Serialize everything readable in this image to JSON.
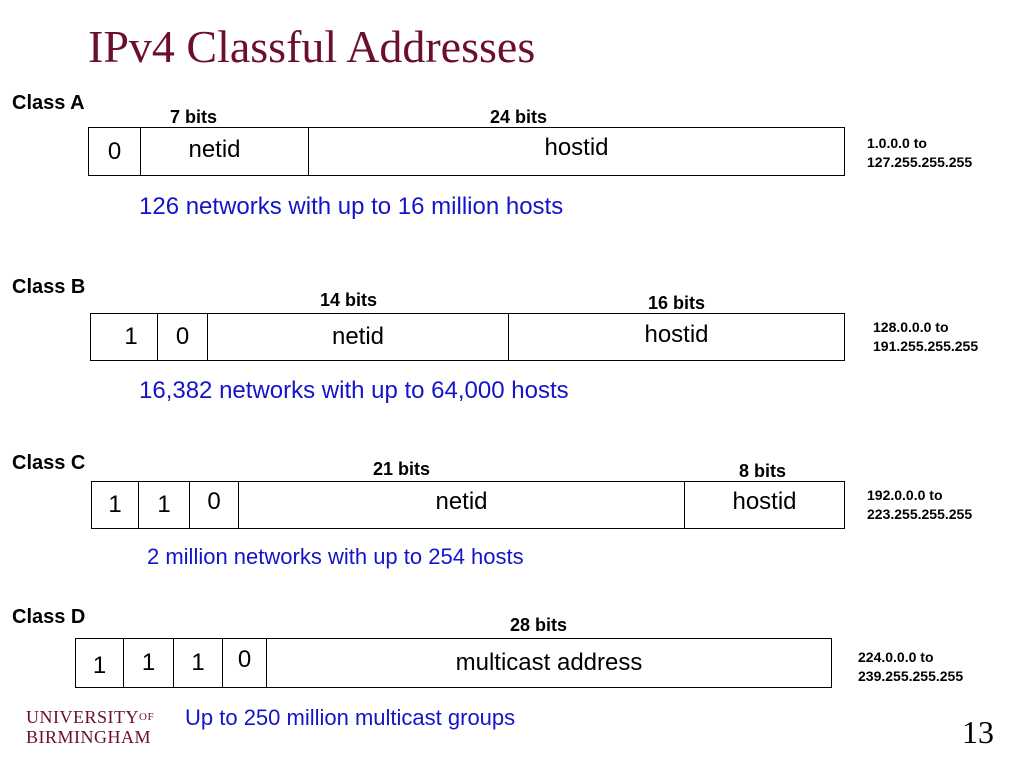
{
  "title": "IPv4 Classful Addresses",
  "classes": [
    {
      "label": "Class A",
      "bits": [
        "7 bits",
        "24 bits"
      ],
      "fields": [
        "0",
        "netid",
        "hostid"
      ],
      "range": [
        "1.0.0.0 to",
        "127.255.255.255"
      ],
      "summary": "126 networks with up to 16 million hosts"
    },
    {
      "label": "Class B",
      "bits": [
        "14 bits",
        "16 bits"
      ],
      "fields": [
        "1",
        "0",
        "netid",
        "hostid"
      ],
      "range": [
        "128.0.0.0 to",
        "191.255.255.255"
      ],
      "summary": "16,382 networks with up to 64,000 hosts"
    },
    {
      "label": "Class C",
      "bits": [
        "21 bits",
        "8 bits"
      ],
      "fields": [
        "1",
        "1",
        "0",
        "netid",
        "hostid"
      ],
      "range": [
        "192.0.0.0 to",
        "223.255.255.255"
      ],
      "summary": "2 million networks with up to 254 hosts"
    },
    {
      "label": "Class D",
      "bits": [
        "28 bits"
      ],
      "fields": [
        "1",
        "1",
        "1",
        "0",
        "multicast address"
      ],
      "range": [
        "224.0.0.0 to",
        "239.255.255.255"
      ],
      "summary": "Up to 250 million multicast groups"
    }
  ],
  "logo": {
    "line1": "UNIVERSITY",
    "line1_suffix": "OF",
    "line2": "BIRMINGHAM"
  },
  "page_number": "13",
  "colors": {
    "title": "#6b0f2a",
    "summary": "#1414c8",
    "logo": "#6b0f2a"
  }
}
